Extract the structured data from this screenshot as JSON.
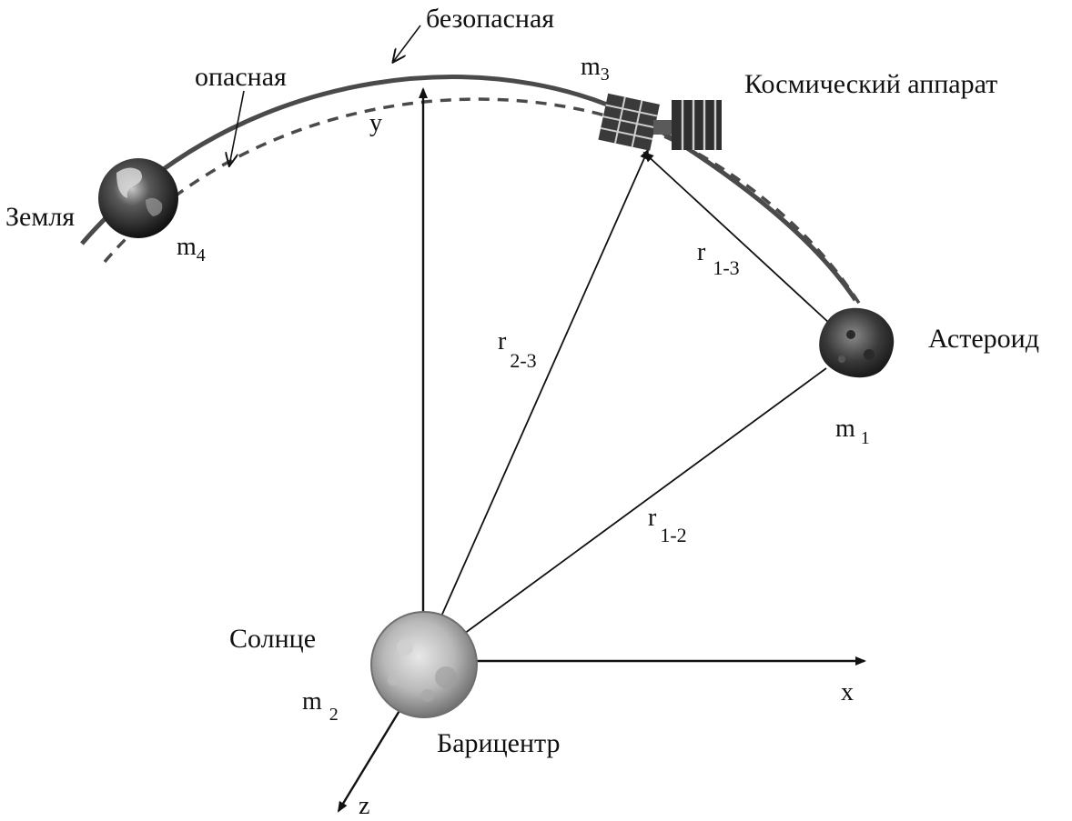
{
  "labels": {
    "safe": "безопасная",
    "dangerous": "опасная",
    "spacecraft": "Космический аппарат",
    "earth": "Земля",
    "asteroid": "Астероид",
    "sun": "Солнце",
    "barycenter": "Барицентр"
  },
  "masses": {
    "m1": {
      "base": "m",
      "sub": "1"
    },
    "m2": {
      "base": "m",
      "sub": "2"
    },
    "m3": {
      "base": "m",
      "sub": "3"
    },
    "m4": {
      "base": "m",
      "sub": "4"
    }
  },
  "vectors": {
    "r13": {
      "base": "r",
      "sub": "1-3"
    },
    "r23": {
      "base": "r",
      "sub": "2-3"
    },
    "r12": {
      "base": "r",
      "sub": "1-2"
    }
  },
  "axes": {
    "x": "x",
    "y": "y",
    "z": "z"
  },
  "colors": {
    "ink": "#111111",
    "orbit": "#555555"
  }
}
